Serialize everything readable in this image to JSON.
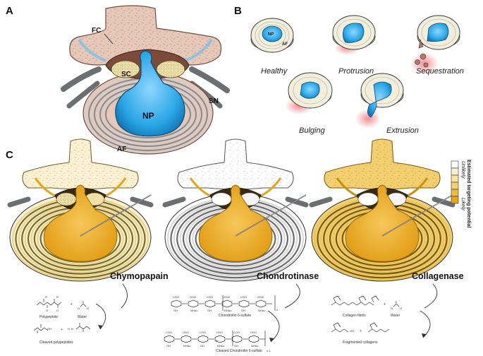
{
  "panels": {
    "a": "A",
    "b": "B",
    "c": "C"
  },
  "panel_a": {
    "fc": "FC",
    "sc": "SC",
    "np": "NP",
    "sn": "SN",
    "af": "AF"
  },
  "panel_b": {
    "np": "NP",
    "af": "AF",
    "states": [
      "Healthy",
      "Protrusion",
      "Sequestration",
      "Bulging",
      "Extrusion"
    ]
  },
  "panel_c": {
    "enzymes": [
      "Chymopapain",
      "Chondrotinase",
      "Collagenase"
    ],
    "legend": {
      "title": "Estimated targeting potential",
      "top": "Unlikely",
      "bottom": "Likely",
      "colors": [
        "#ffffff",
        "#fbf1d2",
        "#f7e2a3",
        "#f2cf6f",
        "#edbb3f",
        "#e5a514"
      ]
    }
  },
  "reactions": {
    "chymo": {
      "substrate": "Polypeptide",
      "water": "Water",
      "product": "Cleaved polypeptides",
      "plus": "+"
    },
    "chondro": {
      "substrate": "Chondroitin 6-sulfate",
      "product": "Cleaved Chondroitin 6-sulfate",
      "plus": "+",
      "n": "n",
      "n1": "n-1"
    },
    "colla": {
      "substrate": "Collagen fibrils",
      "water": "Water",
      "product": "Fragmented collagens",
      "plus": "+"
    }
  },
  "chem_labels": {
    "coo": "COO",
    "oso3": "OSO",
    "ho": "HO",
    "oh": "OH",
    "nhac": "NHAc",
    "h": "H",
    "o": "O",
    "n": "N",
    "r": "R"
  },
  "colors": {
    "np": "#2aa7e6",
    "np_dark": "#1478b8",
    "bone": "#e6c7b8",
    "bone_line": "#9e7b6b",
    "nucleus_gold": "#f0b323",
    "nerve": "#6d6e70",
    "red_glow": "#e8303a"
  }
}
